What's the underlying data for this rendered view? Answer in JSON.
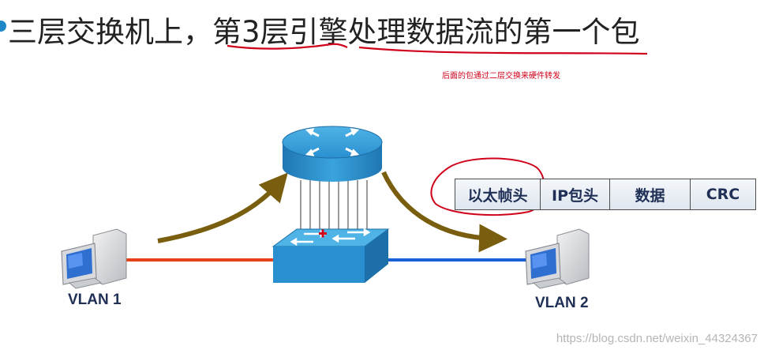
{
  "slide": {
    "title": "三层交换机上，第3层引擎处理数据流的第一个包",
    "note": "后面的包通过二层交换来硬件转发"
  },
  "diagram": {
    "left_host_label": "VLAN 1",
    "right_host_label": "VLAN 2",
    "frame_fields": [
      "以太帧头",
      "IP包头",
      "数据",
      "CRC"
    ],
    "colors": {
      "left_link": "#e8401a",
      "right_link": "#1a5fd8",
      "arrow": "#7a5e10",
      "annotation": "#d0021b",
      "device": "#2a8fcf"
    }
  },
  "watermark": "https://blog.csdn.net/weixin_44324367"
}
